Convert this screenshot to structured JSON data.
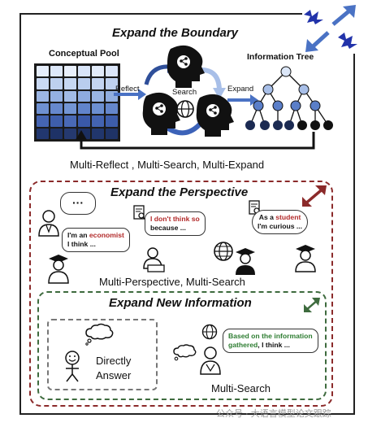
{
  "sections": {
    "boundary": {
      "title": "Expand the Boundary",
      "conceptual_pool": "Conceptual Pool",
      "information_tree": "Information Tree",
      "reflect": "Reflect",
      "search": "Search",
      "expand": "Expand",
      "caption": "Multi-Reflect , Multi-Search, Multi-Expand"
    },
    "perspective": {
      "title": "Expand the Perspective",
      "bubble_economist_line1_a": "I'm an ",
      "bubble_economist_word": "economist",
      "bubble_economist_line2": "I think ...",
      "bubble_dont_think_a": "I don't think so",
      "bubble_dont_think_b": "because ...",
      "bubble_student_a": "As a ",
      "bubble_student_word": "student",
      "bubble_student_b": "I'm curious ...",
      "caption": "Multi-Perspective, Multi-Search"
    },
    "information": {
      "title": "Expand New Information",
      "directly_answer_1": "Directly",
      "directly_answer_2": "Answer",
      "bubble_based_a": "Based on the information",
      "bubble_based_b": "gathered",
      "bubble_based_c": ", I think ...",
      "caption": "Multi-Search"
    }
  },
  "watermark": "公众号 · 大语言模型论文跟踪",
  "colors": {
    "arrow_blue": "#4a72c4",
    "perspective_border": "#8b2a2a",
    "information_border": "#3e6b3e",
    "tree_dark": "#1b2a52",
    "emphasis_red": "#b22a2a",
    "emphasis_green": "#2e7d32"
  }
}
